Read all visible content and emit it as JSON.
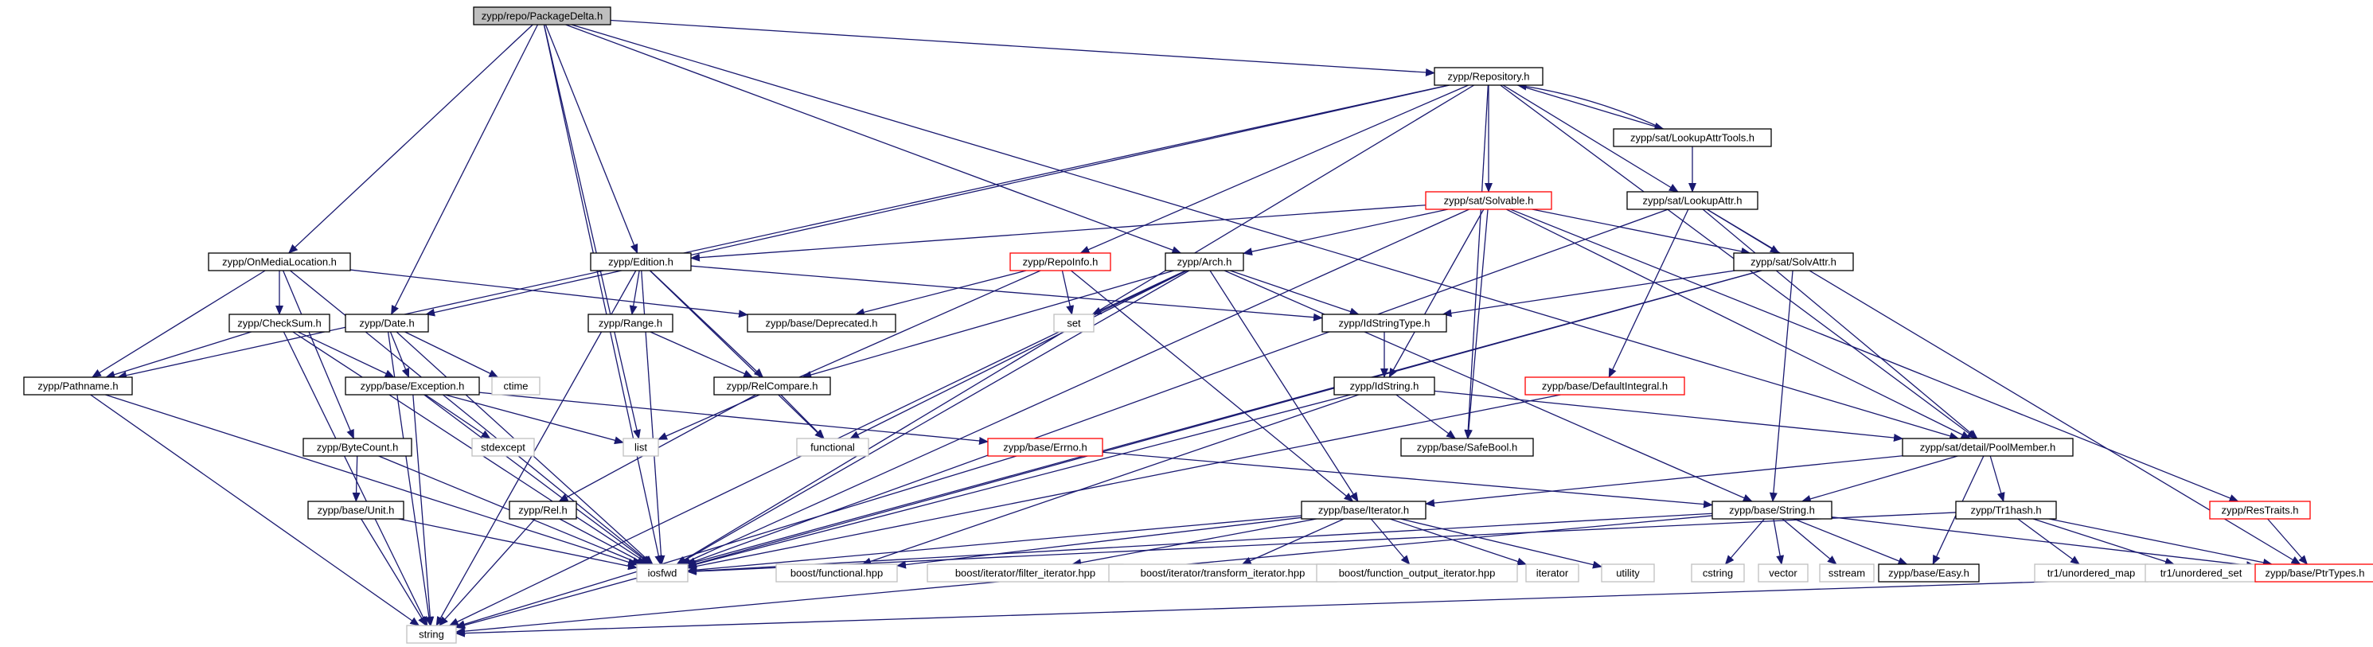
{
  "title": "zypp/repo/PackageDelta.h",
  "colors": {
    "edge": "#191970",
    "text": "#000000",
    "border_default": "#000000",
    "border_truncated": "#ff0000",
    "border_system": "#bfbfbf",
    "root_fill": "#bfbfbf",
    "fill": "#ffffff"
  },
  "nodes": [
    {
      "id": "pkgdelta",
      "label": "zypp/repo/PackageDelta.h",
      "kind": "root"
    },
    {
      "id": "repository",
      "label": "zypp/Repository.h",
      "kind": "file"
    },
    {
      "id": "lookupattrtools",
      "label": "zypp/sat/LookupAttrTools.h",
      "kind": "file"
    },
    {
      "id": "solvable",
      "label": "zypp/sat/Solvable.h",
      "kind": "truncated"
    },
    {
      "id": "lookupattr",
      "label": "zypp/sat/LookupAttr.h",
      "kind": "file"
    },
    {
      "id": "onmedialocation",
      "label": "zypp/OnMediaLocation.h",
      "kind": "file"
    },
    {
      "id": "edition",
      "label": "zypp/Edition.h",
      "kind": "file"
    },
    {
      "id": "repoinfo",
      "label": "zypp/RepoInfo.h",
      "kind": "truncated"
    },
    {
      "id": "arch",
      "label": "zypp/Arch.h",
      "kind": "file"
    },
    {
      "id": "solvattr",
      "label": "zypp/sat/SolvAttr.h",
      "kind": "file"
    },
    {
      "id": "checksum",
      "label": "zypp/CheckSum.h",
      "kind": "file"
    },
    {
      "id": "date",
      "label": "zypp/Date.h",
      "kind": "file"
    },
    {
      "id": "range",
      "label": "zypp/Range.h",
      "kind": "file"
    },
    {
      "id": "deprecated",
      "label": "zypp/base/Deprecated.h",
      "kind": "file"
    },
    {
      "id": "set",
      "label": "set",
      "kind": "system"
    },
    {
      "id": "idstringtype",
      "label": "zypp/IdStringType.h",
      "kind": "file"
    },
    {
      "id": "pathname",
      "label": "zypp/Pathname.h",
      "kind": "file"
    },
    {
      "id": "ctime",
      "label": "ctime",
      "kind": "system"
    },
    {
      "id": "exception",
      "label": "zypp/base/Exception.h",
      "kind": "file"
    },
    {
      "id": "relcompare",
      "label": "zypp/RelCompare.h",
      "kind": "file"
    },
    {
      "id": "idstring",
      "label": "zypp/IdString.h",
      "kind": "file"
    },
    {
      "id": "defaultintegral",
      "label": "zypp/base/DefaultIntegral.h",
      "kind": "truncated"
    },
    {
      "id": "stdexcept",
      "label": "stdexcept",
      "kind": "system"
    },
    {
      "id": "list",
      "label": "list",
      "kind": "system"
    },
    {
      "id": "functional",
      "label": "functional",
      "kind": "system"
    },
    {
      "id": "errno",
      "label": "zypp/base/Errno.h",
      "kind": "truncated"
    },
    {
      "id": "safebool",
      "label": "zypp/base/SafeBool.h",
      "kind": "file"
    },
    {
      "id": "poolmember",
      "label": "zypp/sat/detail/PoolMember.h",
      "kind": "file"
    },
    {
      "id": "bytecount",
      "label": "zypp/ByteCount.h",
      "kind": "file"
    },
    {
      "id": "unit",
      "label": "zypp/base/Unit.h",
      "kind": "file"
    },
    {
      "id": "rel",
      "label": "zypp/Rel.h",
      "kind": "file"
    },
    {
      "id": "iterator_h",
      "label": "zypp/base/Iterator.h",
      "kind": "file"
    },
    {
      "id": "string_h",
      "label": "zypp/base/String.h",
      "kind": "file"
    },
    {
      "id": "tr1hash",
      "label": "zypp/Tr1hash.h",
      "kind": "file"
    },
    {
      "id": "restraits",
      "label": "zypp/ResTraits.h",
      "kind": "truncated"
    },
    {
      "id": "iosfwd",
      "label": "iosfwd",
      "kind": "system"
    },
    {
      "id": "boost_functional",
      "label": "boost/functional.hpp",
      "kind": "system"
    },
    {
      "id": "boost_filter",
      "label": "boost/iterator/filter_iterator.hpp",
      "kind": "system"
    },
    {
      "id": "boost_transform",
      "label": "boost/iterator/transform_iterator.hpp",
      "kind": "system"
    },
    {
      "id": "boost_funcout",
      "label": "boost/function_output_iterator.hpp",
      "kind": "system"
    },
    {
      "id": "iterator_sys",
      "label": "iterator",
      "kind": "system"
    },
    {
      "id": "utility",
      "label": "utility",
      "kind": "system"
    },
    {
      "id": "cstring",
      "label": "cstring",
      "kind": "system"
    },
    {
      "id": "vector",
      "label": "vector",
      "kind": "system"
    },
    {
      "id": "sstream",
      "label": "sstream",
      "kind": "system"
    },
    {
      "id": "easy",
      "label": "zypp/base/Easy.h",
      "kind": "file"
    },
    {
      "id": "unordered_map",
      "label": "tr1/unordered_map",
      "kind": "system"
    },
    {
      "id": "unordered_set",
      "label": "tr1/unordered_set",
      "kind": "system"
    },
    {
      "id": "ptrtypes",
      "label": "zypp/base/PtrTypes.h",
      "kind": "truncated"
    },
    {
      "id": "string_sys",
      "label": "string",
      "kind": "system"
    }
  ],
  "edges": [
    [
      "pkgdelta",
      "repository"
    ],
    [
      "pkgdelta",
      "onmedialocation"
    ],
    [
      "pkgdelta",
      "edition"
    ],
    [
      "pkgdelta",
      "arch"
    ],
    [
      "pkgdelta",
      "date"
    ],
    [
      "pkgdelta",
      "list"
    ],
    [
      "pkgdelta",
      "iosfwd"
    ],
    [
      "pkgdelta",
      "poolmember"
    ],
    [
      "repository",
      "lookupattrtools"
    ],
    [
      "repository",
      "solvable"
    ],
    [
      "repository",
      "lookupattr"
    ],
    [
      "repository",
      "repoinfo"
    ],
    [
      "repository",
      "date"
    ],
    [
      "repository",
      "pathname"
    ],
    [
      "repository",
      "iosfwd"
    ],
    [
      "repository",
      "safebool"
    ],
    [
      "repository",
      "poolmember"
    ],
    [
      "lookupattrtools",
      "repository"
    ],
    [
      "lookupattrtools",
      "lookupattr"
    ],
    [
      "solvable",
      "edition"
    ],
    [
      "solvable",
      "arch"
    ],
    [
      "solvable",
      "solvattr"
    ],
    [
      "solvable",
      "idstring"
    ],
    [
      "solvable",
      "safebool"
    ],
    [
      "solvable",
      "poolmember"
    ],
    [
      "solvable",
      "restraits"
    ],
    [
      "solvable",
      "iosfwd"
    ],
    [
      "lookupattr",
      "solvattr"
    ],
    [
      "lookupattr",
      "defaultintegral"
    ],
    [
      "lookupattr",
      "poolmember"
    ],
    [
      "lookupattr",
      "ptrtypes"
    ],
    [
      "lookupattr",
      "iosfwd"
    ],
    [
      "onmedialocation",
      "pathname"
    ],
    [
      "onmedialocation",
      "checksum"
    ],
    [
      "onmedialocation",
      "bytecount"
    ],
    [
      "onmedialocation",
      "deprecated"
    ],
    [
      "onmedialocation",
      "iosfwd"
    ],
    [
      "edition",
      "range"
    ],
    [
      "edition",
      "relcompare"
    ],
    [
      "edition",
      "idstringtype"
    ],
    [
      "edition",
      "functional"
    ],
    [
      "edition",
      "string_sys"
    ],
    [
      "edition",
      "iosfwd"
    ],
    [
      "repoinfo",
      "deprecated"
    ],
    [
      "repoinfo",
      "set"
    ],
    [
      "repoinfo",
      "list"
    ],
    [
      "repoinfo",
      "iterator_h"
    ],
    [
      "arch",
      "idstringtype"
    ],
    [
      "arch",
      "relcompare"
    ],
    [
      "arch",
      "set"
    ],
    [
      "arch",
      "functional"
    ],
    [
      "arch",
      "iterator_h"
    ],
    [
      "arch",
      "string_h"
    ],
    [
      "arch",
      "iosfwd"
    ],
    [
      "arch",
      "string_sys"
    ],
    [
      "solvattr",
      "idstringtype"
    ],
    [
      "solvattr",
      "string_h"
    ],
    [
      "solvattr",
      "iosfwd"
    ],
    [
      "solvattr",
      "string_sys"
    ],
    [
      "checksum",
      "pathname"
    ],
    [
      "checksum",
      "exception"
    ],
    [
      "checksum",
      "string_sys"
    ],
    [
      "checksum",
      "iosfwd"
    ],
    [
      "date",
      "exception"
    ],
    [
      "date",
      "ctime"
    ],
    [
      "date",
      "iosfwd"
    ],
    [
      "date",
      "string_sys"
    ],
    [
      "range",
      "relcompare"
    ],
    [
      "idstringtype",
      "idstring"
    ],
    [
      "pathname",
      "iosfwd"
    ],
    [
      "pathname",
      "string_sys"
    ],
    [
      "exception",
      "errno"
    ],
    [
      "exception",
      "stdexcept"
    ],
    [
      "exception",
      "list"
    ],
    [
      "exception",
      "iosfwd"
    ],
    [
      "exception",
      "string_sys"
    ],
    [
      "relcompare",
      "functional"
    ],
    [
      "relcompare",
      "rel"
    ],
    [
      "idstring",
      "safebool"
    ],
    [
      "idstring",
      "poolmember"
    ],
    [
      "idstring",
      "iosfwd"
    ],
    [
      "idstring",
      "boost_functional"
    ],
    [
      "defaultintegral",
      "iosfwd"
    ],
    [
      "errno",
      "string_h"
    ],
    [
      "errno",
      "string_sys"
    ],
    [
      "poolmember",
      "string_h"
    ],
    [
      "poolmember",
      "iterator_h"
    ],
    [
      "poolmember",
      "easy"
    ],
    [
      "poolmember",
      "tr1hash"
    ],
    [
      "bytecount",
      "unit"
    ],
    [
      "bytecount",
      "iosfwd"
    ],
    [
      "unit",
      "iosfwd"
    ],
    [
      "unit",
      "string_sys"
    ],
    [
      "rel",
      "iosfwd"
    ],
    [
      "rel",
      "string_sys"
    ],
    [
      "iterator_h",
      "iosfwd"
    ],
    [
      "iterator_h",
      "boost_functional"
    ],
    [
      "iterator_h",
      "boost_filter"
    ],
    [
      "iterator_h",
      "boost_transform"
    ],
    [
      "iterator_h",
      "boost_funcout"
    ],
    [
      "iterator_h",
      "iterator_sys"
    ],
    [
      "iterator_h",
      "utility"
    ],
    [
      "string_h",
      "iosfwd"
    ],
    [
      "string_h",
      "string_sys"
    ],
    [
      "string_h",
      "cstring"
    ],
    [
      "string_h",
      "vector"
    ],
    [
      "string_h",
      "sstream"
    ],
    [
      "string_h",
      "easy"
    ],
    [
      "string_h",
      "ptrtypes"
    ],
    [
      "tr1hash",
      "unordered_map"
    ],
    [
      "tr1hash",
      "unordered_set"
    ],
    [
      "tr1hash",
      "ptrtypes"
    ],
    [
      "tr1hash",
      "iosfwd"
    ],
    [
      "restraits",
      "ptrtypes"
    ],
    [
      "ptrtypes",
      "string_sys"
    ]
  ]
}
